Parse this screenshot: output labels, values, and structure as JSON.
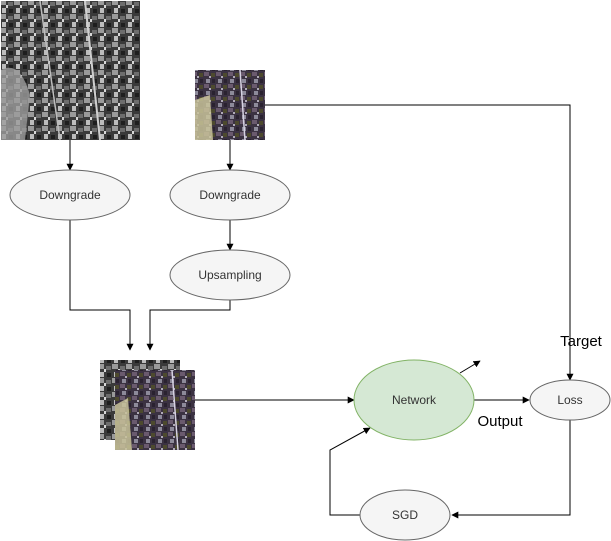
{
  "nodes": {
    "downgrade_left": "Downgrade",
    "downgrade_right": "Downgrade",
    "upsampling": "Upsampling",
    "network": "Network",
    "loss": "Loss",
    "sgd": "SGD"
  },
  "edge_labels": {
    "target": "Target",
    "output": "Output"
  },
  "images": {
    "panchromatic": "panchromatic-image",
    "multispectral": "multispectral-image",
    "stacked_input": "stacked-input-images"
  },
  "colors": {
    "node_fill": "#f5f5f5",
    "node_stroke": "#666666",
    "network_fill": "#d5e8d4",
    "network_stroke": "#82b366",
    "edge": "#000000"
  }
}
